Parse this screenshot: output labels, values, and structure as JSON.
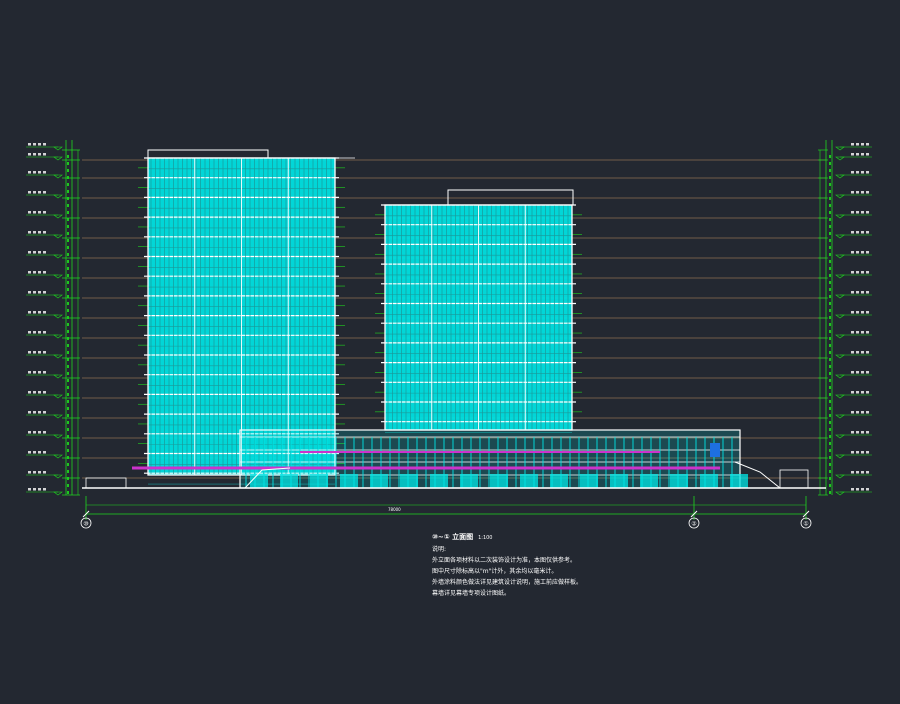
{
  "drawing": {
    "background": "#232831",
    "colors": {
      "facade_fill": "#00e5e5",
      "window_mullion": "#1a9a9a",
      "floor_line": "#ffffff",
      "level_line": "#d9a66b",
      "dimension": "#1fd61f",
      "accent_magenta": "#cc33cc",
      "accent_blue": "#1e6fe0",
      "text": "#ffffff"
    },
    "title": "⑩~① 立面图",
    "scale_label": "1:100",
    "notes_heading": "说明:",
    "notes": [
      "外立面各项材料以二次装饰设计为准，本图仅供参考。",
      "图中尺寸除标高以\"m\"计外，其余均以毫米计。",
      "外墙涂料颜色做法详见建筑设计说明，施工前应做样板。",
      "幕墙详见幕墙专项设计图纸。"
    ],
    "overall_dimension": "78000",
    "axis_labels": [
      "⑩",
      "②",
      "①"
    ],
    "icons": {
      "axis_marker": "circle-axis-icon",
      "elevation_marker": "elevation-triangle-icon"
    }
  }
}
